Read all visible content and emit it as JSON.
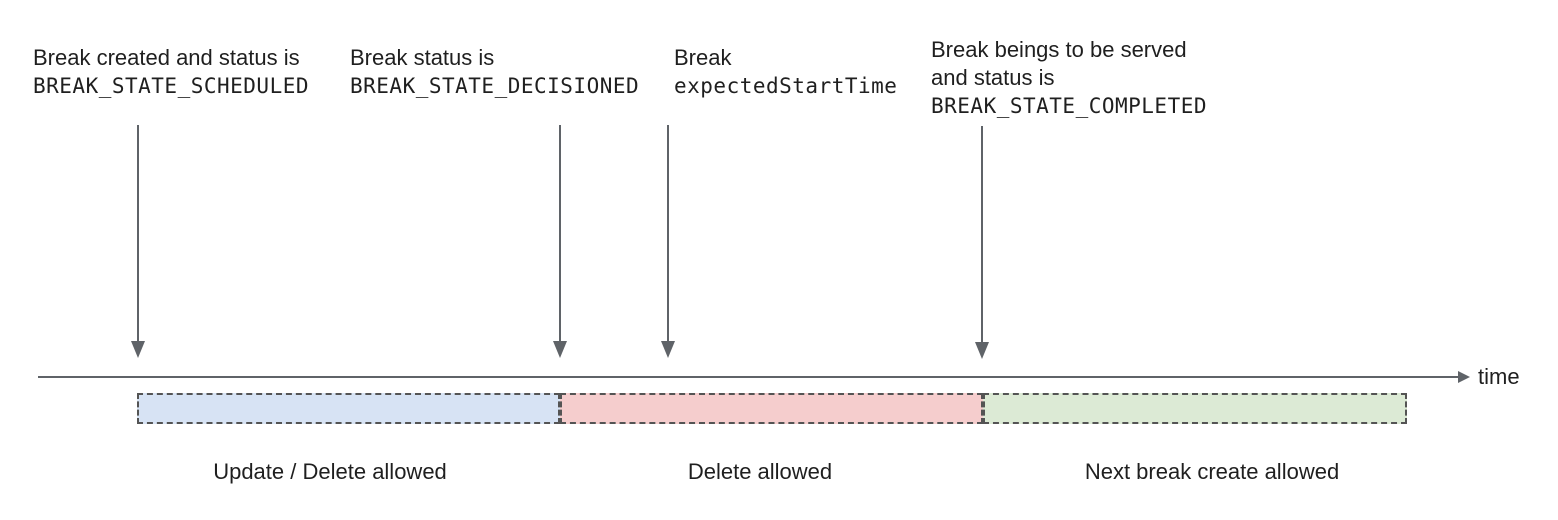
{
  "annotations": [
    {
      "sans1": "Break created and status is",
      "code": "BREAK_STATE_SCHEDULED"
    },
    {
      "sans1": "Break status is",
      "code": "BREAK_STATE_DECISIONED"
    },
    {
      "sans1": "Break",
      "code": "expectedStartTime"
    },
    {
      "sans1": "Break beings to be served",
      "sans2": "and status is",
      "code": "BREAK_STATE_COMPLETED"
    }
  ],
  "timeline": {
    "axis_label": "time"
  },
  "segments": [
    {
      "label": "Update / Delete allowed",
      "fill": "#d7e3f4"
    },
    {
      "label": "Delete allowed",
      "fill": "#f5cdcd"
    },
    {
      "label": "Next break create allowed",
      "fill": "#dcead5"
    }
  ],
  "colors": {
    "arrow": "#5f6368",
    "segment_border": "#545454",
    "text": "#1f1f1f"
  }
}
